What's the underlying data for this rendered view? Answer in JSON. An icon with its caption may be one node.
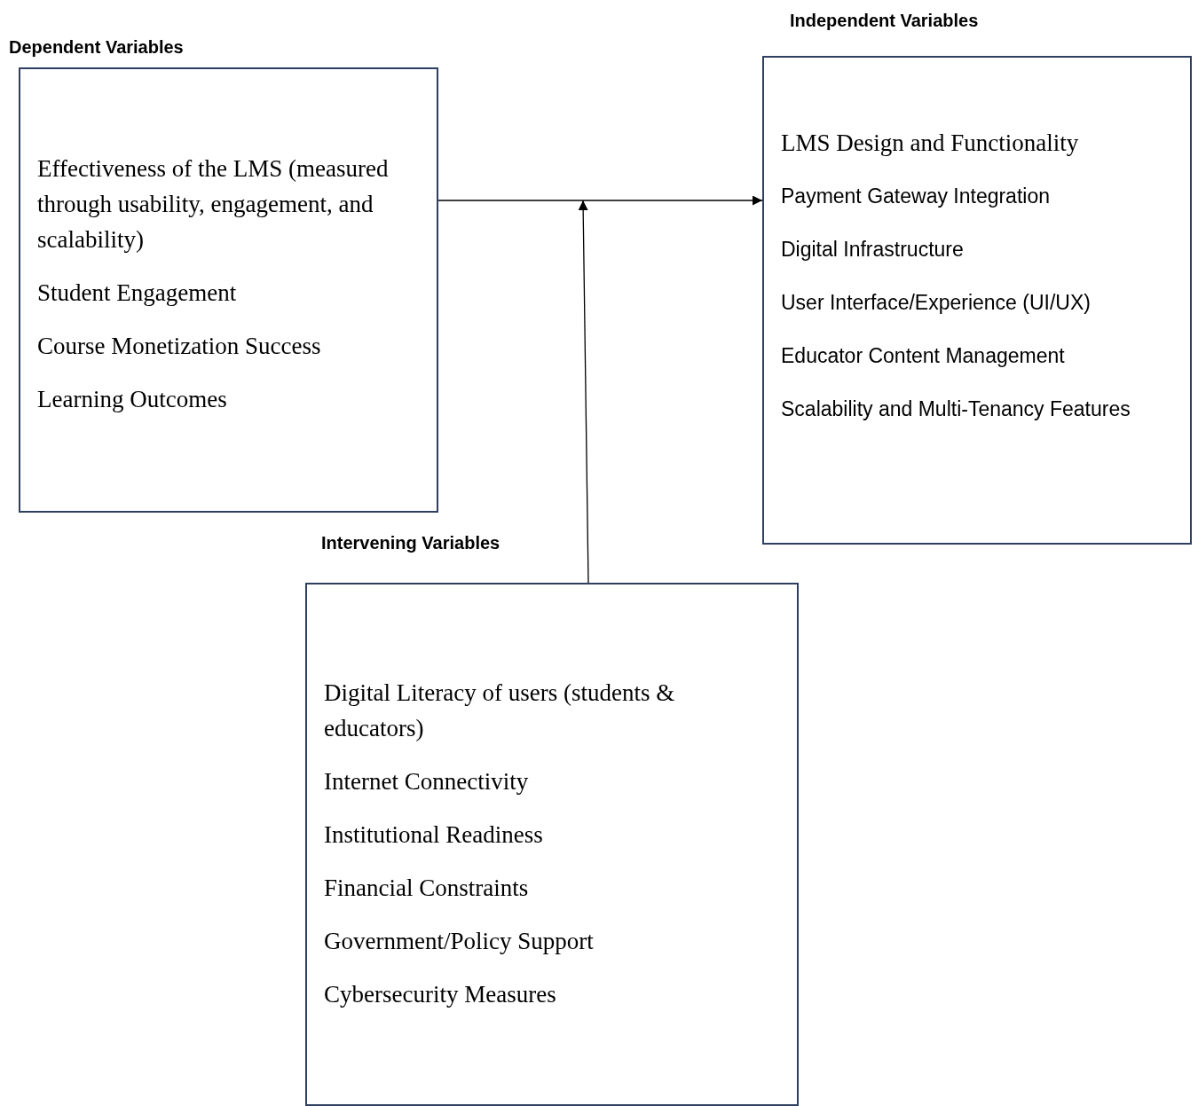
{
  "diagram": {
    "nodes": [
      {
        "text": [
          "Dependent Variables",
          "Effectiveness of the LMS (measured through usability, engagement, and scalability)",
          "Student Engagement",
          "Course Monetization Success",
          "Learning Outcomes"
        ]
      },
      {
        "text": [
          "Independent Variables",
          "LMS Design and Functionality",
          "Payment Gateway Integration",
          "Digital Infrastructure",
          "User Interface/Experience (UI/UX)",
          "Educator Content Management",
          "Scalability and Multi-Tenancy Features"
        ]
      },
      {
        "text": [
          "Intervening Variables",
          "Digital Literacy of users (students & educators)",
          "Internet Connectivity",
          "Institutional Readiness",
          "Financial Constraints",
          "Government/Policy Support",
          "Cybersecurity Measures"
        ]
      }
    ],
    "edges": [
      {
        "from": 0,
        "to": 1,
        "arrow": "to"
      },
      {
        "from": 2,
        "to": null,
        "arrow": "to"
      }
    ]
  }
}
